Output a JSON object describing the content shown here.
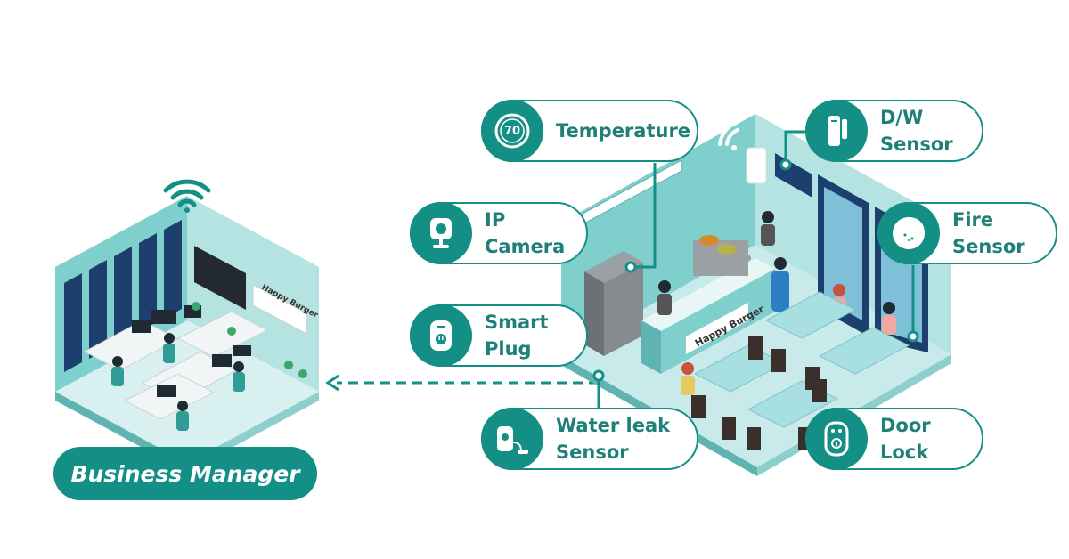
{
  "office": {
    "sign_text": "Happy Burger"
  },
  "restaurant": {
    "sign_text": "Happy Burger",
    "thermostat_value": "70"
  },
  "devices": {
    "temperature": "Temperature",
    "dw_sensor": "D/W\nSensor",
    "ip_camera": "IP\nCamera",
    "fire_sensor": "Fire\nSensor",
    "smart_plug": "Smart\nPlug",
    "water_leak": "Water leak\nSensor",
    "door_lock": "Door\nLock"
  },
  "business_manager": {
    "label": "Business Manager"
  },
  "colors": {
    "teal": "#148f85",
    "dark_teal": "#1f7f79",
    "light_teal": "#bfe6e6",
    "wall": "#7fcfcc",
    "window": "#1c3f6e"
  }
}
